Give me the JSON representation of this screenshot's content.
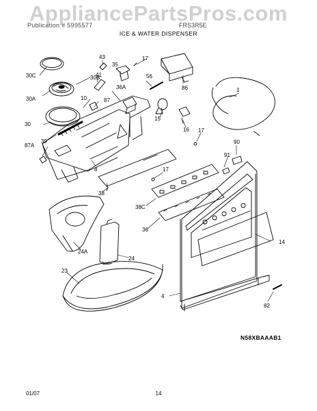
{
  "watermark": "AppliancePartsPros.com",
  "header": {
    "publication": "Publication # 5995577",
    "model": "FRS3R5E",
    "section": "ICE & WATER DISPENSER"
  },
  "callouts": {
    "c30C": "30C",
    "c30B": "30B",
    "c30A": "30A",
    "c43": "43",
    "c41": "41",
    "c35": "35",
    "c17a": "17",
    "c56": "56",
    "c36A": "36A",
    "c86": "86",
    "c1": "1",
    "c10": "10",
    "c87": "87",
    "c30": "30",
    "c15": "15",
    "c16": "16",
    "c17b": "17",
    "c39": "39",
    "c87A": "87A",
    "c8": "8",
    "c17c": "17",
    "c90": "90",
    "c91": "91",
    "c38": "38",
    "c38C": "38C",
    "c36": "36",
    "c14": "14",
    "c24A": "24A",
    "c24": "24",
    "c23": "23",
    "c4": "4",
    "c82": "82"
  },
  "diagram_code": "N58XBAAAB1",
  "footer": {
    "date": "01/07",
    "page": "14"
  }
}
